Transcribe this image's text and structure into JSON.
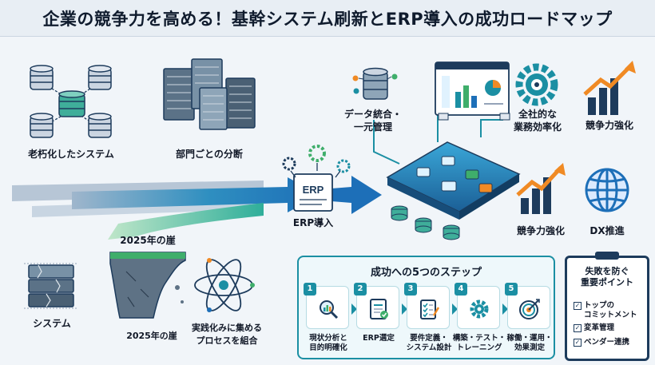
{
  "title": "企業の競争力を高める！基幹システム刷新とERP導入の成功ロードマップ",
  "left": {
    "legacy_label": "老朽化したシステム",
    "silo_label": "部門ごとの分断",
    "cliff_top_label": "2025年の崖",
    "cliff_bottom_label": "2025年の崖",
    "system_label": "システム",
    "process_label_line1": "実践化みに集める",
    "process_label_line2": "プロセスを組合"
  },
  "center": {
    "erp_box_text": "ERP",
    "erp_label": "ERP導入"
  },
  "right": {
    "data_integration_line1": "データ統合・",
    "data_integration_line2": "一元管理",
    "efficiency_line1": "全社的な",
    "efficiency_line2": "業務効率化",
    "competitiveness_top": "競争力強化",
    "competitiveness_bottom": "競争力強化",
    "dx": "DX推進"
  },
  "steps": {
    "title": "成功への5つのステップ",
    "items": [
      {
        "num": "1",
        "label": "現状分析と\n目的明確化",
        "icon": "magnifier-chart-icon"
      },
      {
        "num": "2",
        "label": "ERP選定",
        "icon": "erp-document-icon"
      },
      {
        "num": "3",
        "label": "要件定義・\nシステム設計",
        "icon": "checklist-icon"
      },
      {
        "num": "4",
        "label": "構築・テスト・\nトレーニング",
        "icon": "gear-icon"
      },
      {
        "num": "5",
        "label": "稼働・運用・\n効果測定",
        "icon": "target-icon"
      }
    ]
  },
  "checklist": {
    "title": "失敗を防ぐ\n重要ポイント",
    "items": [
      "トップの\nコミットメント",
      "変革管理",
      "ベンダー連携"
    ]
  },
  "colors": {
    "teal": "#1b8fa3",
    "navy": "#1d3b5c",
    "green": "#3fae6b",
    "orange": "#f08a24",
    "banner": "#e8eef4"
  }
}
